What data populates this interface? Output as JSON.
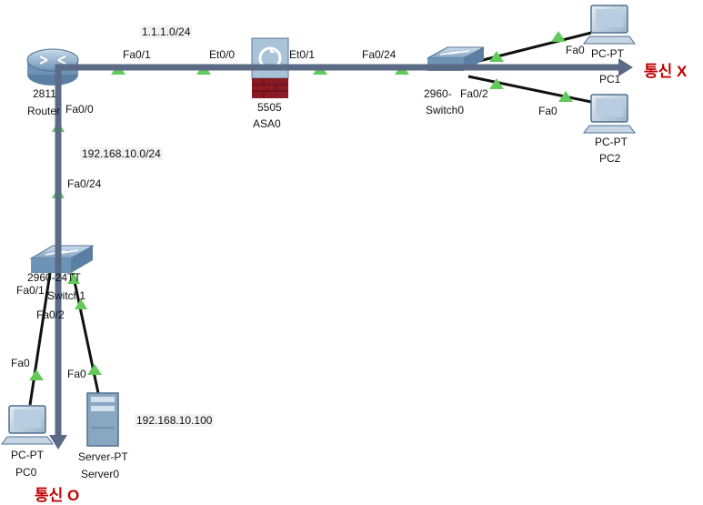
{
  "networks": {
    "wan": "1.1.1.0/24",
    "lan": "192.168.10.0/24",
    "server_ip": "192.168.10.100"
  },
  "devices": {
    "router": {
      "model": "2811",
      "name": "Router"
    },
    "asa": {
      "model": "5505",
      "name": "ASA0"
    },
    "switch_right": {
      "model": "2960-",
      "name": "Switch0"
    },
    "switch_left": {
      "model": "2960-24TT",
      "name": "Switch1"
    },
    "pc1": {
      "model": "PC-PT",
      "name": "PC1"
    },
    "pc2": {
      "model": "PC-PT",
      "name": "PC2"
    },
    "pc0": {
      "model": "PC-PT",
      "name": "PC0"
    },
    "server0": {
      "model": "Server-PT",
      "name": "Server0"
    }
  },
  "ports": {
    "router_fa01": "Fa0/1",
    "asa_et00": "Et0/0",
    "asa_et01": "Et0/1",
    "sw0_fa024": "Fa0/24",
    "sw0_fa02": "Fa0/2",
    "pc1_fa0": "Fa0",
    "pc2_fa0": "Fa0",
    "router_fa00": "Fa0/0",
    "sw1_fa024": "Fa0/24",
    "sw1_fa01": "Fa0/1",
    "sw1_fa02": "Fa0/2",
    "pc0_fa0": "Fa0",
    "server_fa0": "Fa0"
  },
  "results": {
    "fail": "통신 X",
    "success": "통신 O"
  },
  "colors": {
    "arrow": "#5b6b86",
    "link_ok": "#63c95a",
    "result": "#c00000",
    "asa_body": "#8b1a24",
    "device_blue": "#6d93b6"
  }
}
